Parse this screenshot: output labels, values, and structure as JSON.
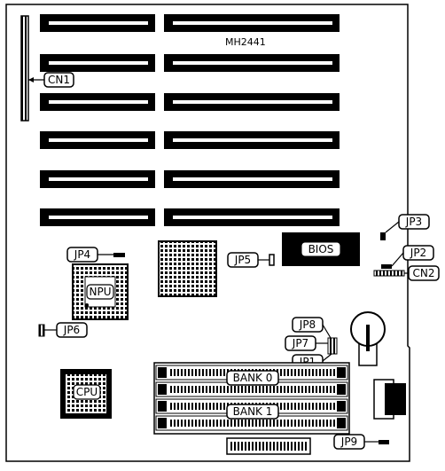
{
  "board_model": "MH2441",
  "components": {
    "bios": "BIOS",
    "npu": "NPU",
    "cpu": "CPU",
    "bank0": "BANK 0",
    "bank1": "BANK 1"
  },
  "connectors": {
    "cn1": "CN1",
    "cn2": "CN2"
  },
  "jumpers": {
    "jp1": "JP1",
    "jp2": "JP2",
    "jp3": "JP3",
    "jp4": "JP4",
    "jp5": "JP5",
    "jp6": "JP6",
    "jp7": "JP7",
    "jp8": "JP8",
    "jp9": "JP9"
  }
}
